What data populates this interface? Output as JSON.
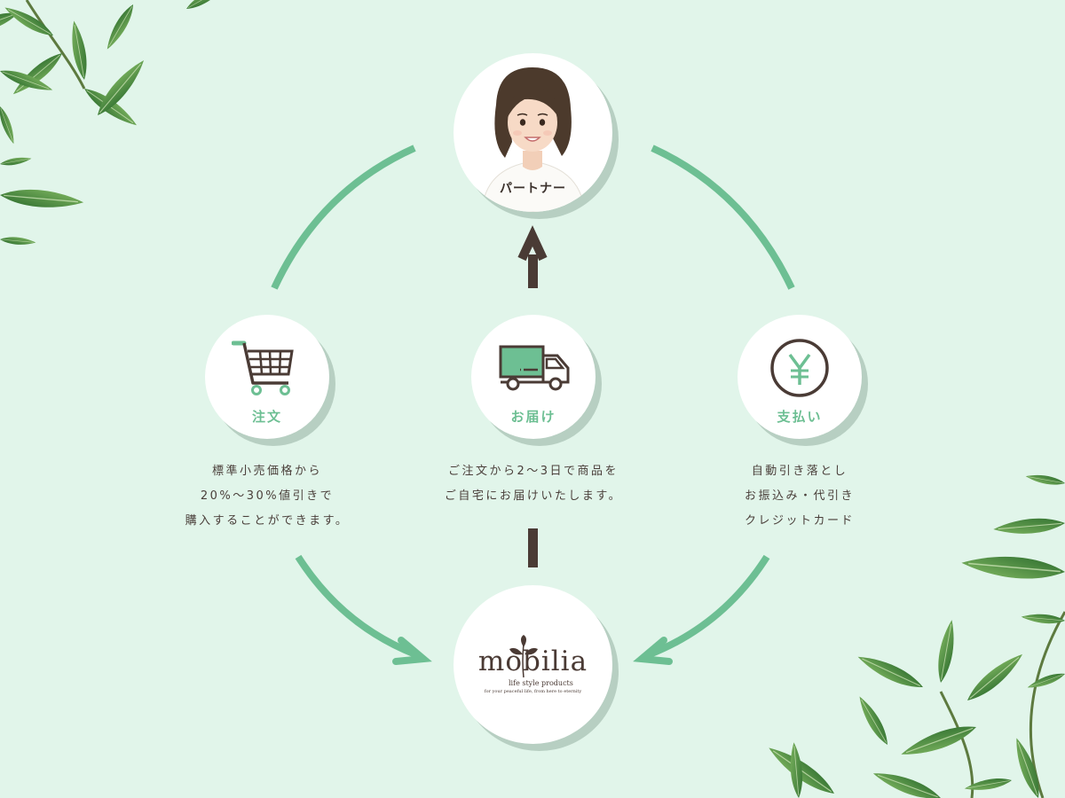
{
  "colors": {
    "background": "#e1f5ea",
    "accent_green": "#6dbf93",
    "arrow_brown": "#4a3b35",
    "text_brown": "#4a3f3a"
  },
  "partner": {
    "label": "パートナー",
    "icon": "woman-avatar-icon"
  },
  "order": {
    "label": "注文",
    "icon": "shopping-cart-icon"
  },
  "delivery": {
    "label": "お届け",
    "icon": "delivery-truck-icon"
  },
  "payment": {
    "label": "支払い",
    "icon": "yen-circle-icon"
  },
  "logo": {
    "name": "mobilia",
    "sub": "life style products",
    "tagline": "for your peaceful life, from here to eternity",
    "icon": "leaf-sprout-icon"
  },
  "order_desc": [
    "標準小売価格から",
    "20%〜30%値引きで",
    "購入することができます。"
  ],
  "delivery_desc": [
    "ご注文から2〜3日で商品を",
    "ご自宅にお届けいたします。"
  ],
  "payment_desc": [
    "自動引き落とし",
    "お振込み・代引き",
    "クレジットカード"
  ]
}
